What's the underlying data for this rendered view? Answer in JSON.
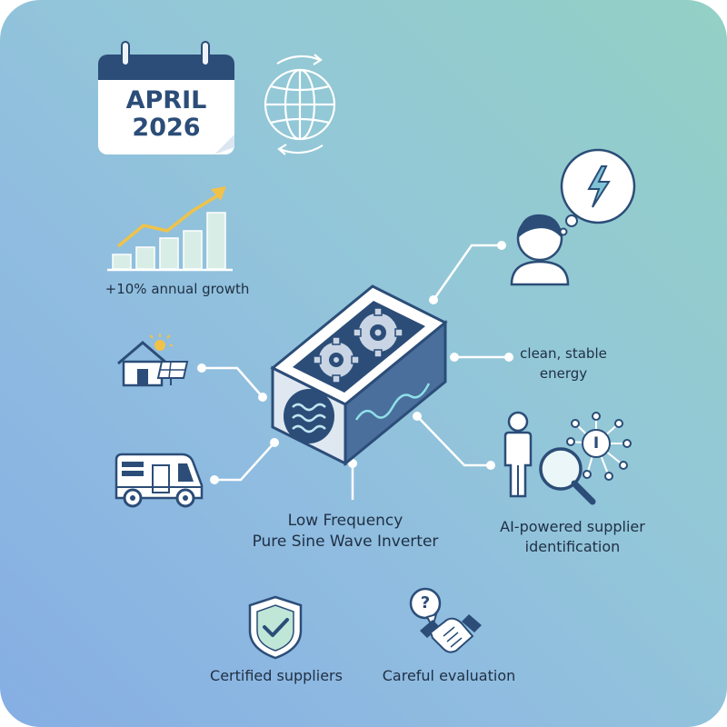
{
  "calendar": {
    "month": "APRIL",
    "year": "2026"
  },
  "growth": {
    "label": "+10% annual growth"
  },
  "energy": {
    "line1": "clean, stable",
    "line2": "energy"
  },
  "product": {
    "line1": "Low Frequency",
    "line2": "Pure Sine Wave Inverter"
  },
  "ai": {
    "line1": "AI-powered supplier",
    "line2": "identification",
    "icon_letter": "I"
  },
  "certified": {
    "label": "Certified suppliers"
  },
  "evaluation": {
    "label": "Careful evaluation",
    "icon_mark": "?"
  },
  "icons": [
    "calendar-icon",
    "globe-icon",
    "growth-chart-icon",
    "person-thought-icon",
    "lightning-icon",
    "house-solar-icon",
    "rv-icon",
    "inverter-icon",
    "person-search-icon",
    "shield-check-icon",
    "handshake-icon"
  ],
  "colors": {
    "navy": "#2b4d78",
    "steel": "#4a6f9c",
    "gold": "#f0c24a",
    "mint": "#cfe9df",
    "white": "#ffffff"
  }
}
